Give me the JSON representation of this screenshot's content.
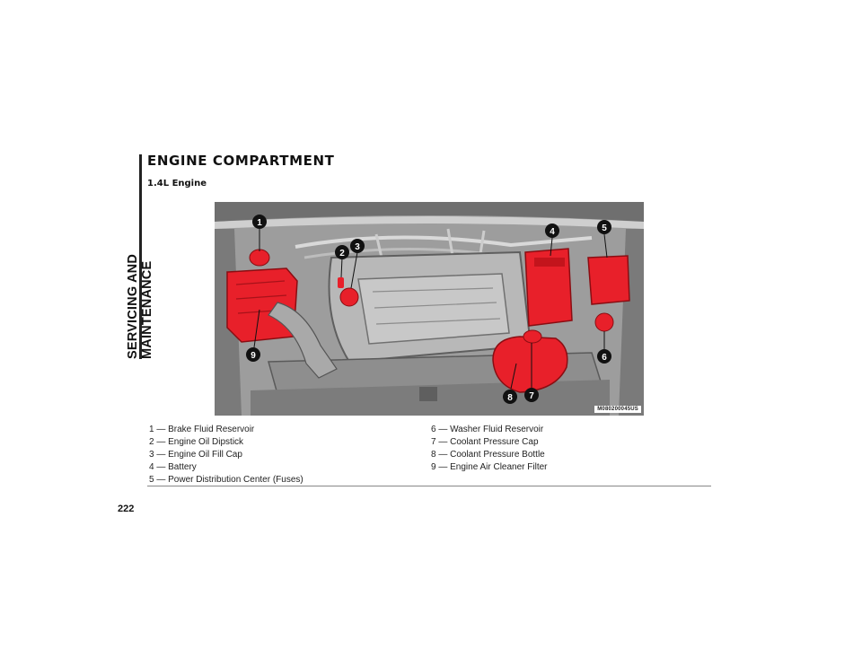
{
  "section": {
    "side_tab": "SERVICING AND MAINTENANCE"
  },
  "heading": {
    "title": "ENGINE COMPARTMENT",
    "subtitle": "1.4L Engine"
  },
  "figure": {
    "code": "M080200045US",
    "callouts": [
      "1",
      "2",
      "3",
      "4",
      "5",
      "6",
      "7",
      "8",
      "9"
    ],
    "highlight_color": "#e8202a",
    "callout_color": "#111111"
  },
  "legend": {
    "left": [
      "1 — Brake Fluid Reservoir",
      "2 — Engine Oil Dipstick",
      "3 — Engine Oil Fill Cap",
      "4 — Battery",
      "5 — Power Distribution Center (Fuses)"
    ],
    "right": [
      "6 — Washer Fluid Reservoir",
      "7 — Coolant Pressure Cap",
      "8 — Coolant Pressure Bottle",
      "9 — Engine Air Cleaner Filter"
    ]
  },
  "footer": {
    "page_number": "222"
  }
}
